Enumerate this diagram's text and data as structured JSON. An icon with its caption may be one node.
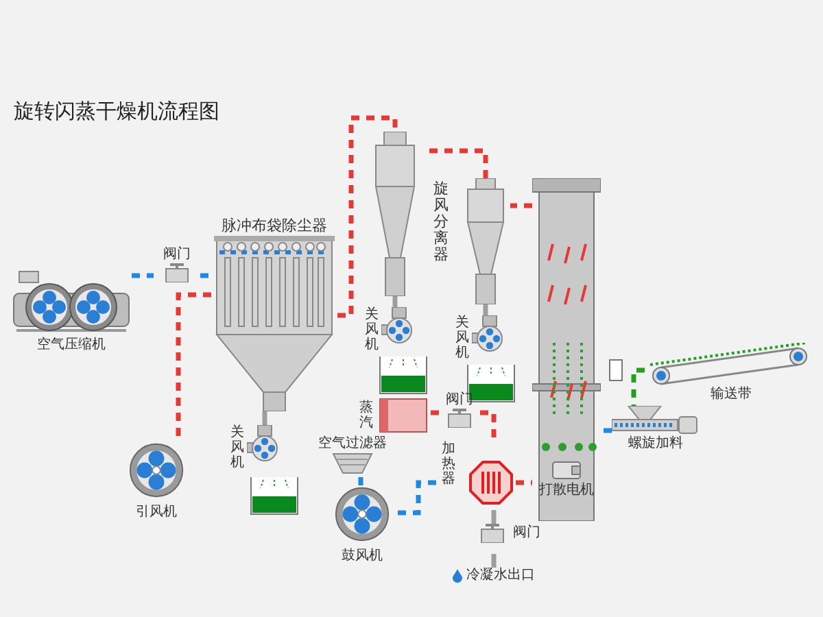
{
  "diagram": {
    "title": "旋转闪蒸干燥机流程图",
    "nodes": [
      {
        "text": [
          "空气压缩机"
        ]
      },
      {
        "text": [
          "阀门"
        ]
      },
      {
        "text": [
          "脉冲布袋除尘器"
        ]
      },
      {
        "text": [
          "关风机"
        ]
      },
      {
        "text": [
          "引风机"
        ]
      },
      {
        "text": [],
        "shape": "cone"
      },
      {
        "text": [
          "关风机"
        ]
      },
      {
        "text": [],
        "shape": "cone"
      },
      {
        "text": [
          "关风机"
        ]
      },
      {
        "text": [],
        "shape": "cylinder"
      },
      {
        "text": [
          "打散电机"
        ],
        "in": 9
      },
      {
        "text": [
          "蒸汽"
        ]
      },
      {
        "text": [
          "阀门"
        ]
      },
      {
        "text": [
          "加热器"
        ]
      },
      {
        "text": [
          "冷凝水出口"
        ]
      },
      {
        "text": [
          "阀门"
        ]
      },
      {
        "text": [
          "空气过滤器"
        ]
      },
      {
        "text": [
          "鼓风机"
        ]
      },
      {
        "text": [
          "螺旋加料"
        ]
      },
      {
        "text": [
          "输送带"
        ]
      }
    ],
    "edges": [
      {
        "from": 0,
        "to": 1,
        "arrow": "none",
        "style": "dashed",
        "color": "#1e88e5"
      },
      {
        "from": 1,
        "to": 2,
        "arrow": "none",
        "style": "dashed",
        "color": "#1e88e5"
      },
      {
        "from": 2,
        "to": 4,
        "arrow": "none",
        "style": "dashed"
      },
      {
        "from": 2,
        "to": 3,
        "arrow": "none",
        "color": "#9e9e9e"
      },
      {
        "from": 2,
        "to": 5,
        "arrow": "none",
        "style": "dashed"
      },
      {
        "from": 5,
        "to": 6,
        "arrow": "none",
        "color": "#9e9e9e"
      },
      {
        "from": 7,
        "to": 5,
        "arrow": "none",
        "style": "dashed"
      },
      {
        "from": 7,
        "to": 8,
        "arrow": "none",
        "color": "#9e9e9e"
      },
      {
        "from": 9,
        "to": 7,
        "arrow": "none",
        "style": "dashed"
      },
      {
        "from": 11,
        "to": 12,
        "arrow": "none",
        "style": "dashed"
      },
      {
        "from": 12,
        "to": 13,
        "arrow": "none",
        "style": "dashed"
      },
      {
        "from": 16,
        "to": 17,
        "arrow": "none",
        "style": "dashed",
        "color": "#1e88e5"
      },
      {
        "from": 17,
        "to": 13,
        "arrow": "none",
        "style": "dashed",
        "color": "#1e88e5"
      },
      {
        "from": 13,
        "to": 9,
        "arrow": "none",
        "style": "dashed"
      },
      {
        "from": 13,
        "to": 15,
        "arrow": "none",
        "color": "#9e9e9e"
      },
      {
        "from": 15,
        "to": 14,
        "arrow": "none",
        "color": "#9e9e9e"
      },
      {
        "from": 19,
        "to": 18,
        "arrow": "none",
        "style": "dashed",
        "color": "#22a022"
      },
      {
        "from": 18,
        "to": 9,
        "arrow": "none",
        "style": "dashed",
        "color": "#1e88e5"
      }
    ],
    "labels": [
      "旋风分离器"
    ]
  }
}
